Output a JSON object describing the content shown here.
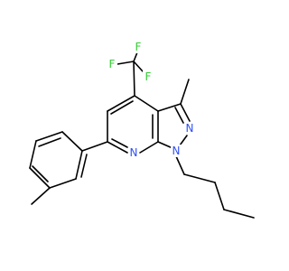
{
  "molecule": {
    "atoms": [
      {
        "id": "F1",
        "label": "F",
        "color": "#33cc33"
      },
      {
        "id": "F2",
        "label": "F",
        "color": "#33cc33"
      },
      {
        "id": "F3",
        "label": "F",
        "color": "#33cc33"
      },
      {
        "id": "N7",
        "label": "N",
        "color": "#3050f8"
      },
      {
        "id": "N1",
        "label": "N",
        "color": "#3050f8"
      },
      {
        "id": "N2",
        "label": "N",
        "color": "#3050f8"
      }
    ],
    "bond_color": "#000000"
  }
}
